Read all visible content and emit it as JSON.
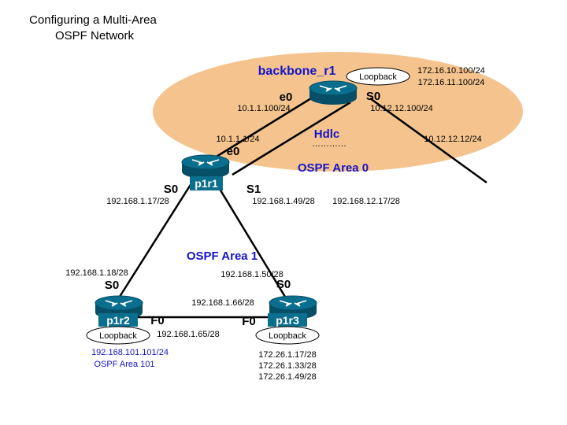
{
  "title": {
    "line1": "Configuring a Multi-Area",
    "line2": "OSPF Network"
  },
  "colors": {
    "area0_fill": "#f5c48e",
    "router_body": "#0a6f8e",
    "label_accent": "#1515c8",
    "link": "#000000"
  },
  "backbone_r1": {
    "name": "backbone_r1",
    "e0": "e0",
    "s0": "S0",
    "e0_ip": "10.1.1.100/24",
    "s0_ip": "10.12.12.100/24",
    "loopback": "Loopback",
    "loopback_ip1": "172.16.10.100/24",
    "loopback_ip2": "172.16.11.100/24"
  },
  "hdlc": "Hdlc",
  "hdlc_dots": "…………",
  "far_ip": "10.12.12.12/24",
  "area0": "OSPF Area 0",
  "p1r1": {
    "name": "p1r1",
    "e0": "e0",
    "e0_ip": "10.1.1.1/24",
    "s0": "S0",
    "s0_ip": "192.168.1.17/28",
    "s1": "S1",
    "s1_ip": "192.168.1.49/28"
  },
  "area1_extra_ip": "192.168.12.17/28",
  "area1": "OSPF Area 1",
  "p1r2": {
    "name": "p1r2",
    "s0": "S0",
    "s0_ip": "192.168.1.18/28",
    "f0": "F0",
    "f0_ip": "192.168.1.65/28",
    "loopback": "Loopback",
    "loopback_ip": "192.168.101.101/24",
    "loopback_area": "OSPF Area 101"
  },
  "p1r3": {
    "name": "p1r3",
    "s0": "S0",
    "s0_ip": "192.168.1.50/28",
    "f0": "F0",
    "f0_ip": "192.168.1.66/28",
    "loopback": "Loopback",
    "loopback_ips": [
      "172.26.1.17/28",
      "172.26.1.33/28",
      "172.26.1.49/28"
    ]
  },
  "icons": {
    "router": "router-icon",
    "loopback": "loopback-oval"
  }
}
